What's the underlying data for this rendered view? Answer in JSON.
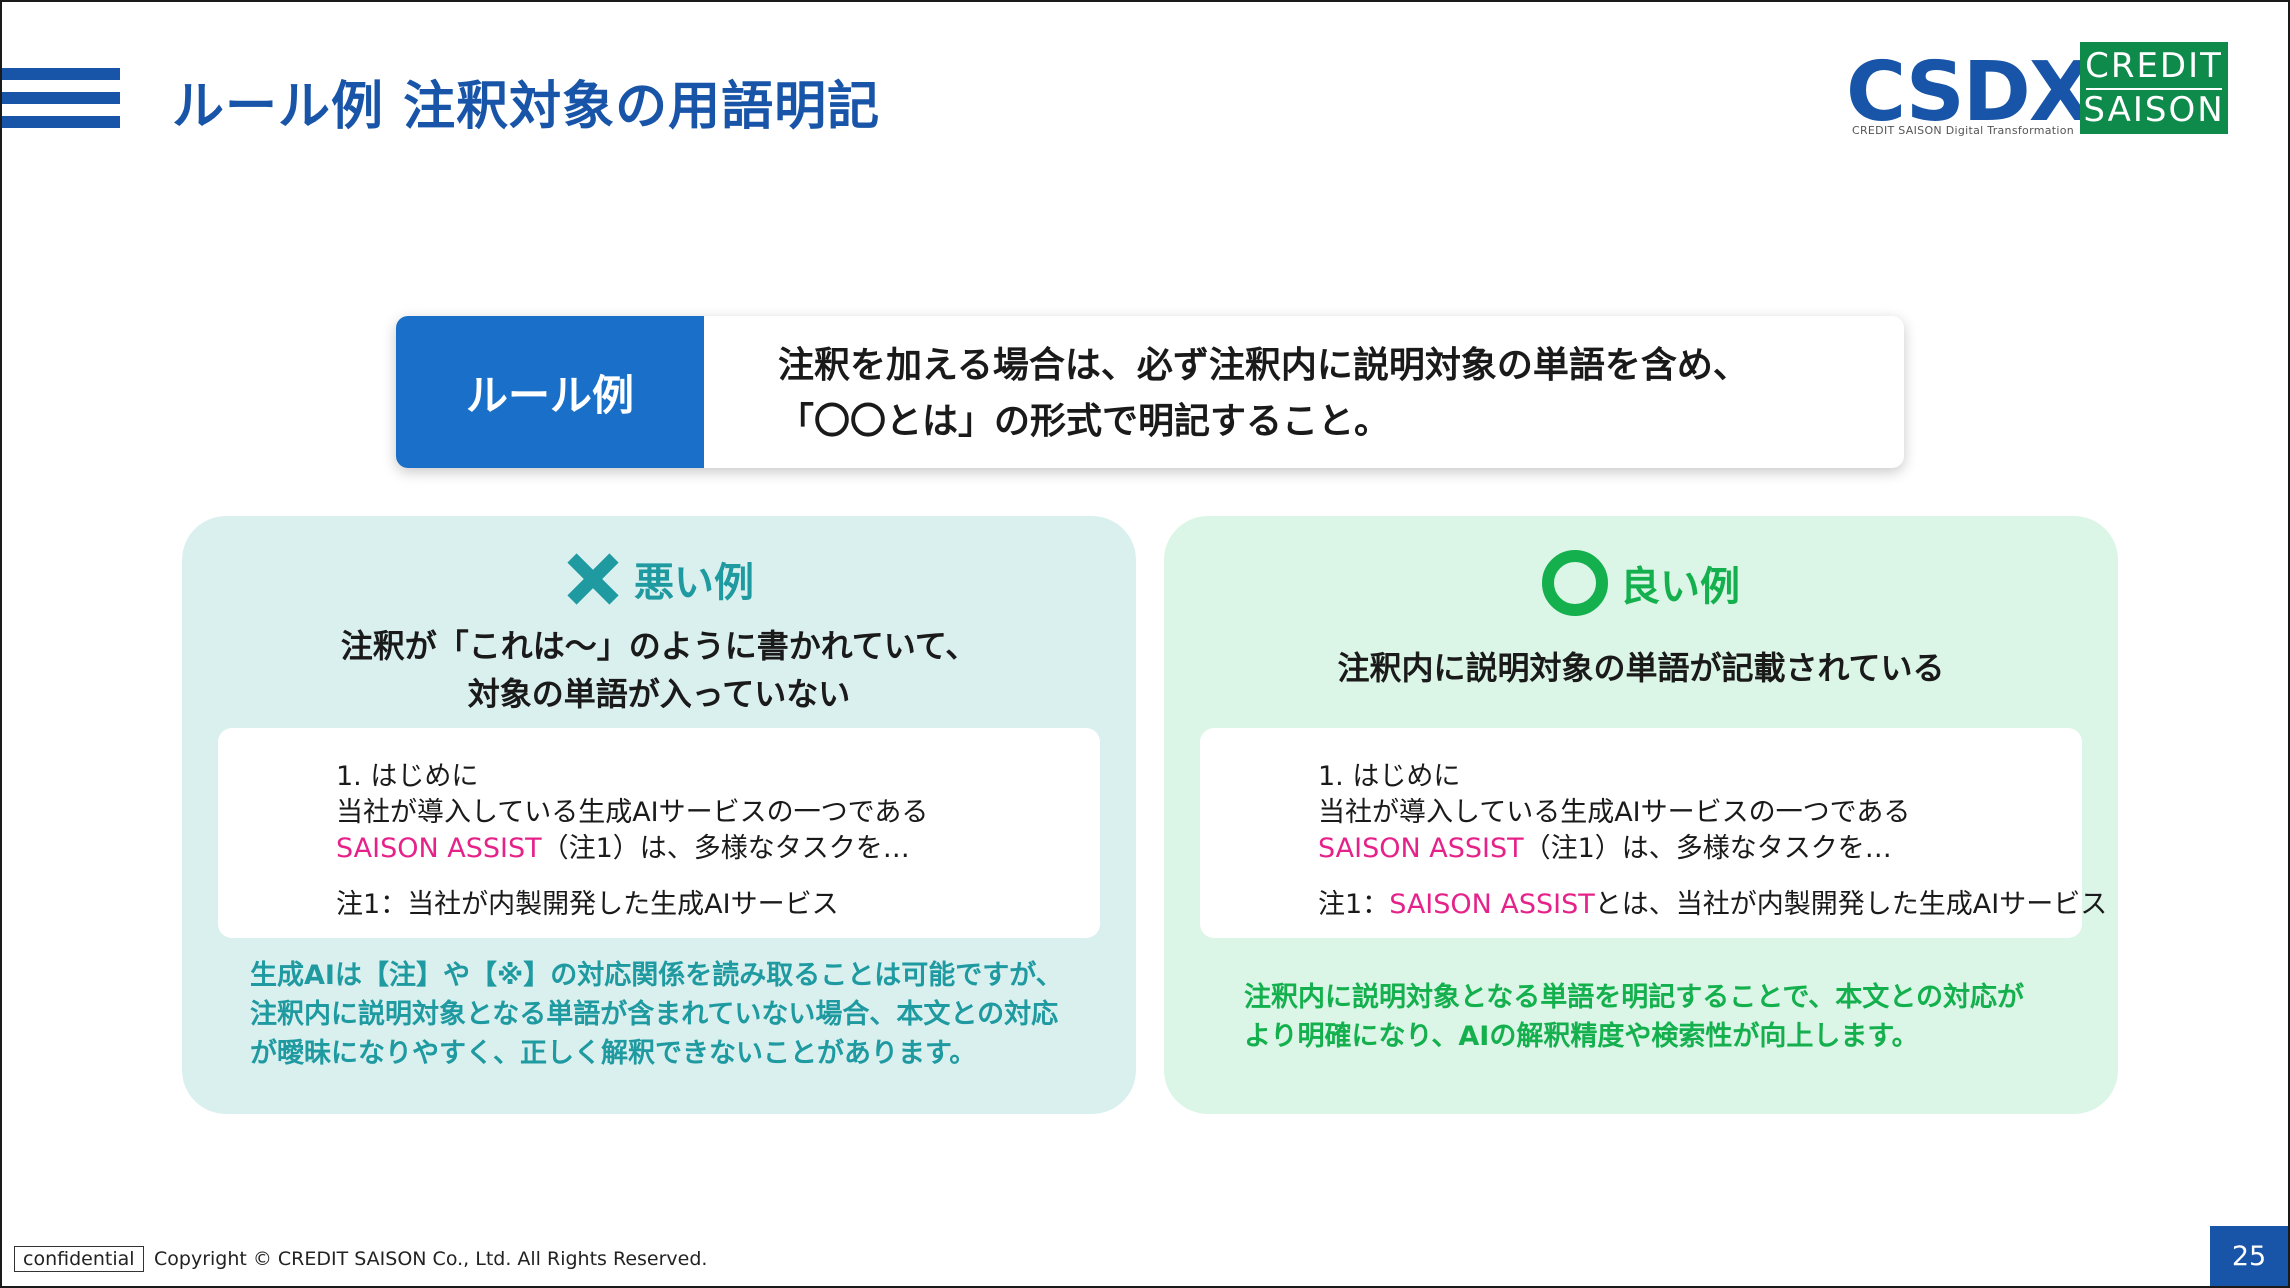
{
  "header": {
    "title": "ルール例 注釈対象の用語明記"
  },
  "logos": {
    "csdx": {
      "text": "CSDX",
      "sub": "CREDIT SAISON   Digital Transformation"
    },
    "credit_saison": {
      "line1": "CREDIT",
      "line2": "SAISON"
    }
  },
  "rule": {
    "label": "ルール例",
    "line1": "注釈を加える場合は、必ず注釈内に説明対象の単語を含め、",
    "line2": "「〇〇とは」の形式で明記すること。"
  },
  "bad": {
    "label": "悪い例",
    "sub_line1": "注釈が「これは～」のように書かれていて、",
    "sub_line2": "対象の単語が入っていない",
    "sample": {
      "line1": "1. はじめに",
      "line2": "当社が導入している生成AIサービスの一つである",
      "line3_term": "SAISON ASSIST",
      "line3_rest": "（注1）は、多様なタスクを…",
      "line4": "注1：当社が内製開発した生成AIサービス"
    },
    "note_line1": "生成AIは【注】や【※】の対応関係を読み取ることは可能ですが、",
    "note_line2": "注釈内に説明対象となる単語が含まれていない場合、本文との対応",
    "note_line3": "が曖昧になりやすく、正しく解釈できないことがあります。"
  },
  "good": {
    "label": "良い例",
    "sub_line1": "注釈内に説明対象の単語が記載されている",
    "sample": {
      "line1": "1. はじめに",
      "line2": "当社が導入している生成AIサービスの一つである",
      "line3_term": "SAISON ASSIST",
      "line3_rest": "（注1）は、多様なタスクを…",
      "line4_prefix": "注1：",
      "line4_term": "SAISON ASSIST",
      "line4_rest": "とは、当社が内製開発した生成AIサービス"
    },
    "note_line1": "注釈内に説明対象となる単語を明記することで、本文との対応が",
    "note_line2": "より明確になり、AIの解釈精度や検索性が向上します。"
  },
  "footer": {
    "confidential": "confidential",
    "copyright": "Copyright © CREDIT SAISON Co., Ltd. All Rights Reserved.",
    "page_number": "25"
  },
  "colors": {
    "brand_blue": "#1855a8",
    "rule_blue": "#1a70c8",
    "bad_teal": "#1e9aa0",
    "good_green": "#14b04e",
    "term_pink": "#e5228a",
    "saison_green": "#0e8a4a"
  }
}
